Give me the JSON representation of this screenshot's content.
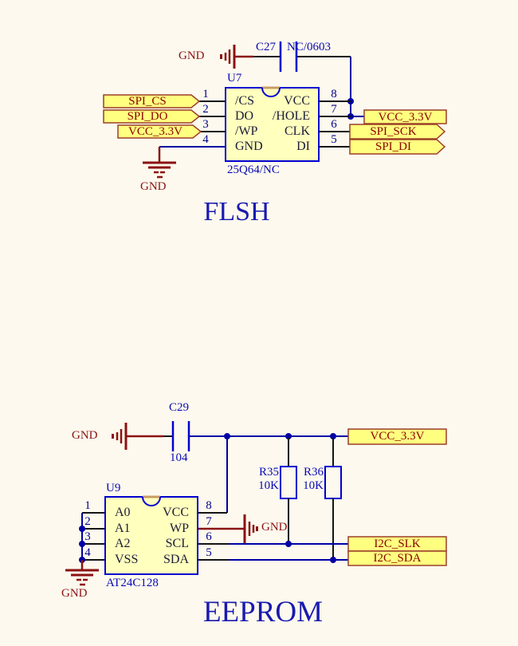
{
  "flash": {
    "title": "FLSH",
    "chip": {
      "designator": "U7",
      "part": "25Q64/NC",
      "left_pins": [
        {
          "num": "1",
          "name": "/CS"
        },
        {
          "num": "2",
          "name": "DO"
        },
        {
          "num": "3",
          "name": "/WP"
        },
        {
          "num": "4",
          "name": "GND"
        }
      ],
      "right_pins": [
        {
          "num": "8",
          "name": "VCC"
        },
        {
          "num": "7",
          "name": "/HOLE"
        },
        {
          "num": "6",
          "name": "CLK"
        },
        {
          "num": "5",
          "name": "DI"
        }
      ]
    },
    "capacitor": {
      "ref": "C27",
      "value": "NC/0603"
    },
    "ports": {
      "spi_cs": "SPI_CS",
      "spi_do": "SPI_DO",
      "vcc_left": "VCC_3.3V",
      "vcc_right": "VCC_3.3V",
      "spi_sck": "SPI_SCK",
      "spi_di": "SPI_DI"
    },
    "gnd_top": "GND",
    "gnd_bottom": "GND"
  },
  "eeprom": {
    "title": "EEPROM",
    "chip": {
      "designator": "U9",
      "part": "AT24C128",
      "left_pins": [
        {
          "num": "1",
          "name": "A0"
        },
        {
          "num": "2",
          "name": "A1"
        },
        {
          "num": "3",
          "name": "A2"
        },
        {
          "num": "4",
          "name": "VSS"
        }
      ],
      "right_pins": [
        {
          "num": "8",
          "name": "VCC"
        },
        {
          "num": "7",
          "name": "WP"
        },
        {
          "num": "6",
          "name": "SCL"
        },
        {
          "num": "5",
          "name": "SDA"
        }
      ]
    },
    "capacitor": {
      "ref": "C29",
      "value": "104"
    },
    "resistors": [
      {
        "ref": "R35",
        "value": "10K"
      },
      {
        "ref": "R36",
        "value": "10K"
      }
    ],
    "ports": {
      "vcc": "VCC_3.3V",
      "i2c_slk": "I2C_SLK",
      "i2c_sda": "I2C_SDA"
    },
    "gnd_left": "GND",
    "gnd_wp": "GND",
    "gnd_bottom": "GND"
  },
  "colors": {
    "background": "#FDF9EE",
    "wire_blue": "#0000A6",
    "component_blue": "#0000D2",
    "label_blue": "#0A0AB4",
    "dark_red": "#8B1212",
    "port_fill": "#FFFF80",
    "port_border": "#9C3F28",
    "port_text": "#8B0000",
    "chip_fill": "#FFFFBE",
    "notch_tan": "#C99B64",
    "title_blue": "#1A1AB0",
    "pin_text": "#1C1C3A",
    "pin_number": "#00008B"
  }
}
